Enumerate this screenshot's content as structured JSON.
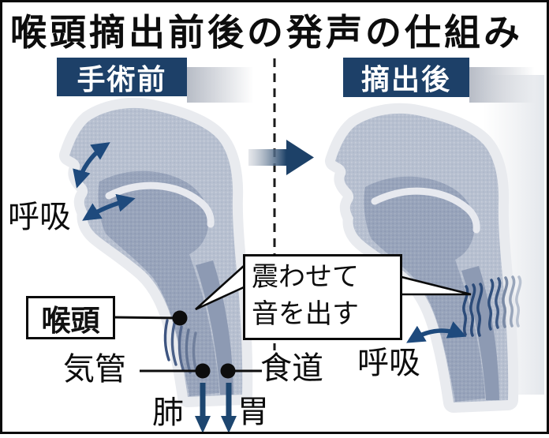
{
  "title": "喉頭摘出前後の発声の仕組み",
  "before": {
    "badge": "手術前",
    "breathing": "呼吸",
    "larynx": "喉頭",
    "trachea": "気管",
    "esophagus": "食道",
    "lung": "肺",
    "stomach": "胃"
  },
  "after": {
    "badge": "摘出後",
    "breathing": "呼吸"
  },
  "callout": {
    "line1": "震わせて",
    "line2": "音を出す"
  },
  "colors": {
    "badge_background": "#1d4068",
    "arrow_navy": "#1d4168",
    "figure_light": "#b7c0d0",
    "figure_dark": "#98a4bb",
    "highlight_band": "#e7e9ef",
    "line_black": "#0d0d0d"
  }
}
